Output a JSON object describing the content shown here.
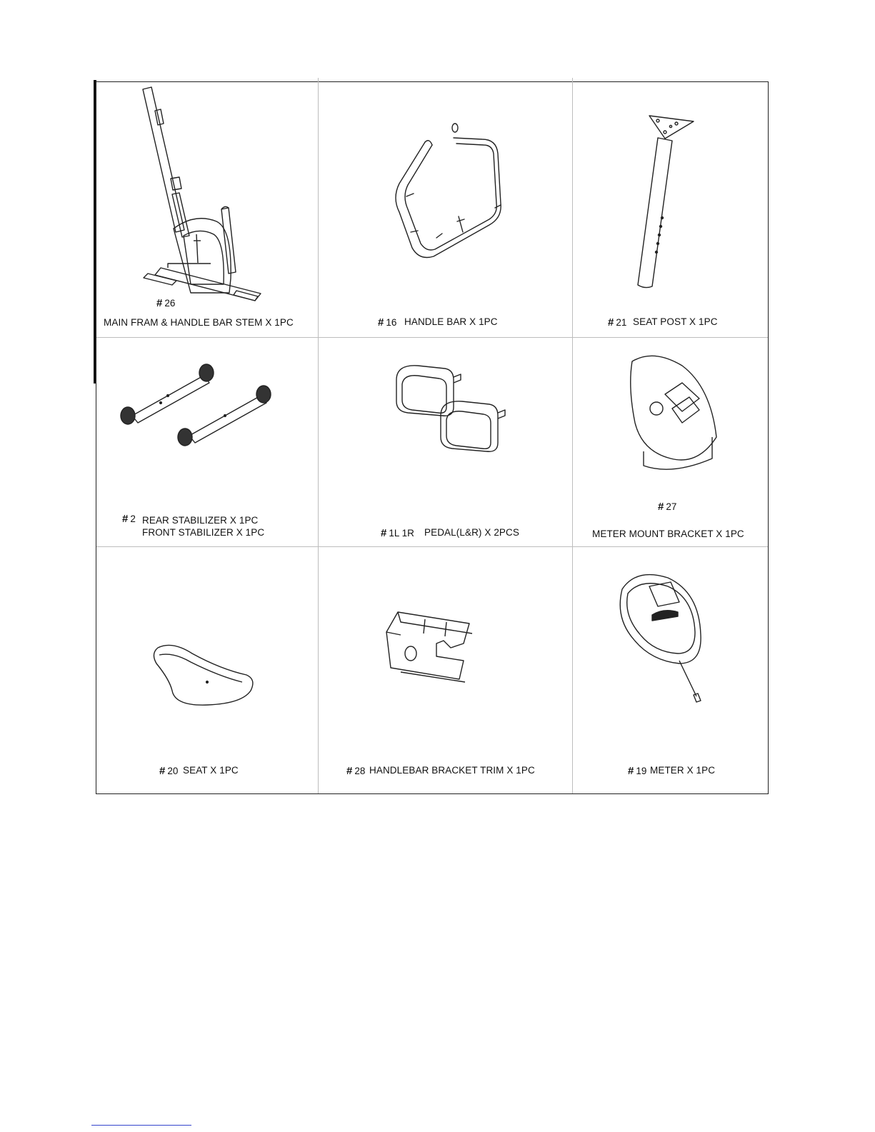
{
  "parts": [
    {
      "id": "main-frame",
      "number": "26",
      "label": "MAIN FRAM & HANDLE BAR STEM X 1PC"
    },
    {
      "id": "handle-bar",
      "number": "16",
      "label": "HANDLE BAR X 1PC"
    },
    {
      "id": "seat-post",
      "number": "21",
      "label": "SEAT POST X 1PC"
    },
    {
      "id": "stabilizer",
      "number": "2",
      "label": "REAR   STABILIZER X 1PC",
      "label2": "FRONT STABILIZER X 1PC"
    },
    {
      "id": "pedal",
      "number": "1L 1R",
      "label": "PEDAL(L&R) X 2PCS"
    },
    {
      "id": "meter-mount-bracket",
      "number": "27",
      "label": "METER MOUNT BRACKET X 1PC"
    },
    {
      "id": "seat",
      "number": "20",
      "label": "SEAT X 1PC"
    },
    {
      "id": "handlebar-bracket-trim",
      "number": "28",
      "label": "HANDLEBAR BRACKET TRIM X 1PC"
    },
    {
      "id": "meter",
      "number": "19",
      "label": "METER X 1PC"
    }
  ],
  "hash_symbol": "#"
}
